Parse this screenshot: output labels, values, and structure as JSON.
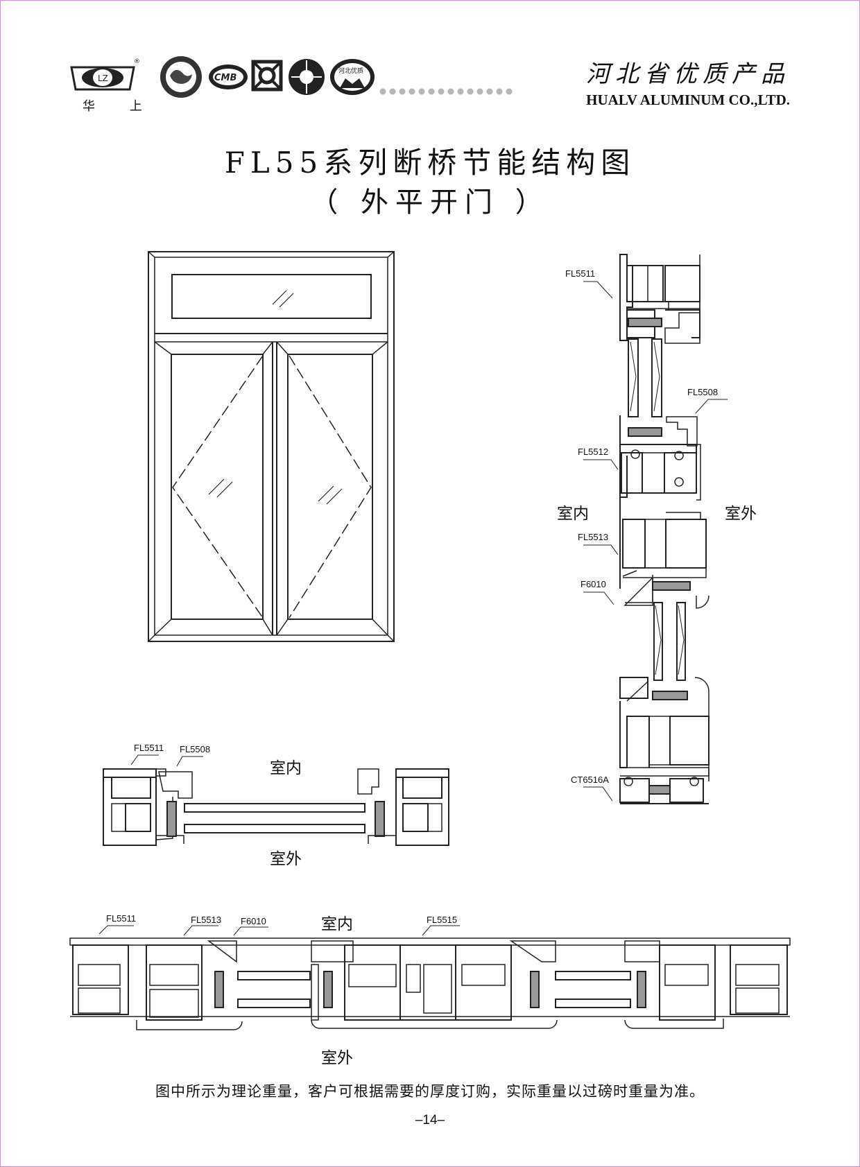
{
  "header": {
    "logo_caption": "华 上",
    "title_cn": "河北省优质产品",
    "company_en": "HUALV ALUMINUM CO.,LTD."
  },
  "title": {
    "main": "FL55系列断桥节能结构图",
    "sub": "（ 外平开门 ）"
  },
  "side_section": {
    "labels": [
      "FL5511",
      "FL5508",
      "FL5512",
      "FL5513",
      "F6010",
      "CT6516A"
    ],
    "indoor": "室内",
    "outdoor": "室外"
  },
  "small_section": {
    "labels": [
      "FL5511",
      "FL5508"
    ],
    "indoor": "室内",
    "outdoor": "室外"
  },
  "wide_section": {
    "labels": [
      "FL5511",
      "FL5513",
      "F6010",
      "FL5515"
    ],
    "indoor": "室内",
    "outdoor": "室外"
  },
  "footnote": "图中所示为理论重量，客户可根据需要的厚度订购，实际重量以过磅时重量为准。",
  "page_number": "–14–",
  "colors": {
    "border": "#d98ad9",
    "line": "#222222",
    "dots": "#b5b5b5"
  },
  "icons": [
    "huashang-logo-icon",
    "globe-seal-icon",
    "cma-logo-icon",
    "quality-mark-icon",
    "emblem-icon",
    "hebei-quality-seal-icon"
  ]
}
